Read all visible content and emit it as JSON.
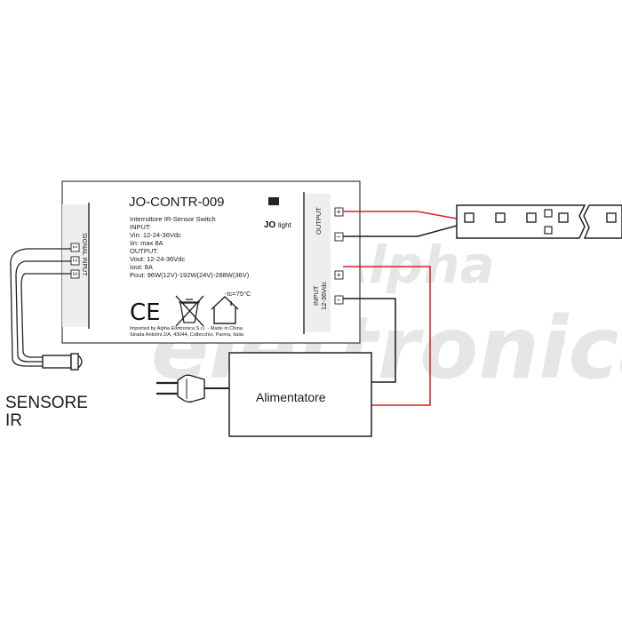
{
  "controller": {
    "title": "JO-CONTR-009",
    "subtitle": "Interruttore IR-Sensor Switch",
    "brand_jo": "JO",
    "brand_light": "light",
    "input_header": "INPUT:",
    "vin": "Vin: 12-24-36Vdc",
    "iin": "Iin: max 8A",
    "output_header": "OUTPUT:",
    "vout": "Vout: 12-24-36Vdc",
    "iout": "Iout: 8A",
    "pout": "Pout: 96W(12V)-192W(24V)-288W(36V)",
    "tc": "-tc=75°C",
    "ce": "CE",
    "imported_line1": "Imported by Alpha Elettronica S.r.l. - Made in China",
    "imported_line2": "Strada Antolini 2/A, 43044, Collecchio, Parma, Italia",
    "signal_input_label": "SIGNAL INPUT",
    "signal_pins": [
      "1",
      "2",
      "3"
    ],
    "output_label": "OUTPUT",
    "input_label_1": "INPUT",
    "input_label_2": "12-36Vdc",
    "plus": "+",
    "minus": "−"
  },
  "power_supply": {
    "label": "Alimentatore"
  },
  "sensor": {
    "label_line1": "SENSORE",
    "label_line2": "IR"
  },
  "watermark": {
    "line1": "Alpha",
    "line2": "elettronica",
    "registered": "®"
  },
  "colors": {
    "positive_wire": "#d42020",
    "negative_wire": "#1a1a1a",
    "watermark": "#e6e6e6"
  }
}
